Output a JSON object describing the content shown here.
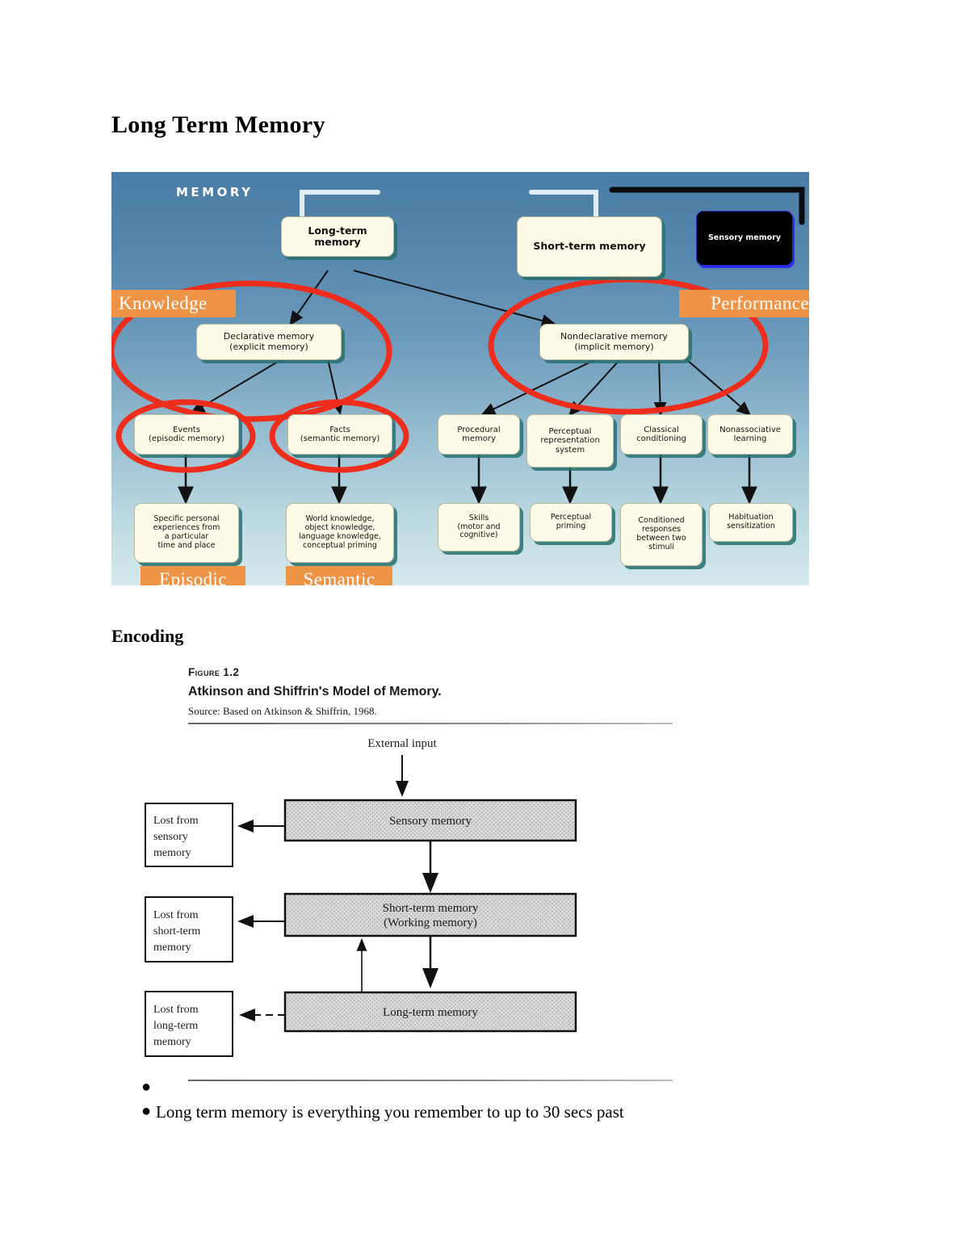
{
  "document": {
    "title": "Long Term Memory",
    "section_heading": "Encoding"
  },
  "memory_taxonomy_figure": {
    "root_label": "MEMORY",
    "level1": [
      {
        "id": "long-term-memory",
        "label": "Long-term memory"
      },
      {
        "id": "short-term-memory",
        "label": "Short-term memory"
      },
      {
        "id": "sensory-memory",
        "label": "Sensory memory"
      }
    ],
    "level2": [
      {
        "id": "declarative-memory",
        "line1": "Declarative memory",
        "line2": "(explicit memory)"
      },
      {
        "id": "nondeclarative-memory",
        "line1": "Nondeclarative memory",
        "line2": "(implicit memory)"
      }
    ],
    "level3": [
      {
        "id": "events",
        "line1": "Events",
        "line2": "(episodic memory)"
      },
      {
        "id": "facts",
        "line1": "Facts",
        "line2": "(semantic memory)"
      },
      {
        "id": "procedural-memory",
        "line1": "Procedural",
        "line2": "memory"
      },
      {
        "id": "perceptual-representation",
        "line1": "Perceptual",
        "line2": "representation",
        "line3": "system"
      },
      {
        "id": "classical-conditioning",
        "line1": "Classical",
        "line2": "conditioning"
      },
      {
        "id": "nonassociative-learning",
        "line1": "Nonassociative",
        "line2": "learning"
      }
    ],
    "level4": [
      {
        "id": "specific-personal-experiences",
        "lines": [
          "Specific personal",
          "experiences from",
          "a particular",
          "time and place"
        ]
      },
      {
        "id": "world-knowledge",
        "lines": [
          "World knowledge,",
          "object knowledge,",
          "language knowledge,",
          "conceptual priming"
        ]
      },
      {
        "id": "skills",
        "lines": [
          "Skills",
          "(motor and",
          "cognitive)"
        ]
      },
      {
        "id": "perceptual-priming",
        "lines": [
          "Perceptual",
          "priming"
        ]
      },
      {
        "id": "conditioned-responses",
        "lines": [
          "Conditioned",
          "responses",
          "between two",
          "stimuli"
        ]
      },
      {
        "id": "habituation-sensitization",
        "lines": [
          "Habituation",
          "sensitization"
        ]
      }
    ],
    "annotations": {
      "knowledge_tag": "Knowledge",
      "performance_tag": "Performance",
      "episodic_tag": "Episodic",
      "semantic_tag": "Semantic"
    },
    "colors": {
      "highlight_ellipse": "#ee2d1c",
      "tag_background": "#ee9447",
      "node_fill": "#fdfbe8",
      "node_shadow": "#267070",
      "background_top": "#4a7da6",
      "background_bottom": "#d4e9ec"
    }
  },
  "atkinson_figure": {
    "figure_number": "Figure 1.2",
    "caption": "Atkinson and Shiffrin's Model of Memory.",
    "source": "Source: Based on Atkinson & Shiffrin, 1968.",
    "external_input_label": "External input",
    "stages": [
      {
        "id": "sensory-memory",
        "line1": "Sensory memory",
        "line2": ""
      },
      {
        "id": "short-term-memory",
        "line1": "Short-term  memory",
        "line2": "(Working memory)"
      },
      {
        "id": "long-term-memory",
        "line1": "Long-term  memory",
        "line2": ""
      }
    ],
    "loss_boxes": [
      {
        "id": "lost-from-sensory-memory",
        "lines": [
          "Lost from",
          "sensory",
          "memory"
        ]
      },
      {
        "id": "lost-from-short-term-memory",
        "lines": [
          "Lost from",
          "short-term",
          "memory"
        ]
      },
      {
        "id": "lost-from-long-term-memory",
        "lines": [
          "Lost from",
          "long-term",
          "memory"
        ]
      }
    ],
    "colors": {
      "box_fill": "#d2d2d2",
      "box_border": "#000000"
    }
  },
  "bullets": [
    {
      "id": "bullet-empty",
      "text": ""
    },
    {
      "id": "bullet-ltm",
      "text": "Long term memory is everything you remember to up to 30 secs past"
    }
  ]
}
